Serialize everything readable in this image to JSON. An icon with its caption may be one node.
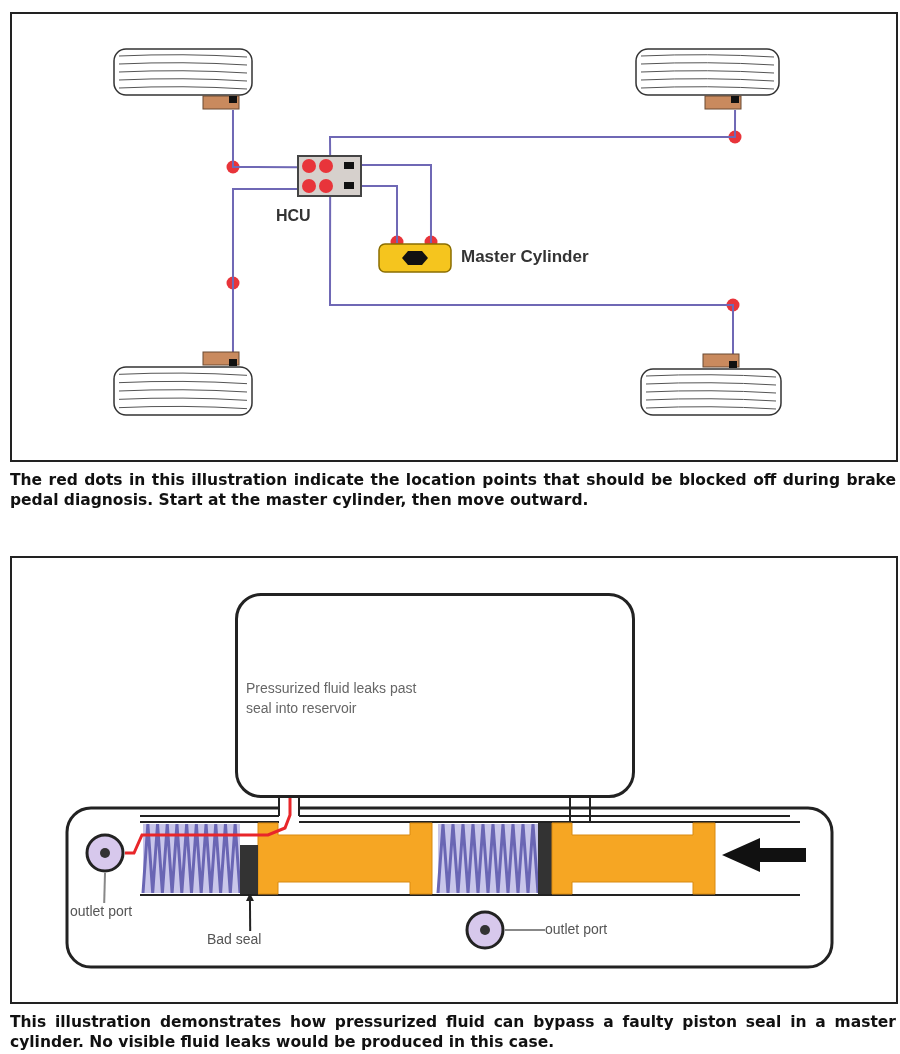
{
  "diagram": {
    "nodes": [
      {
        "text": [],
        "shape": "picture"
      },
      {
        "text": [],
        "shape": "picture"
      },
      {
        "text": [
          "HCU"
        ]
      },
      {
        "text": [
          "Master Cylinder"
        ]
      },
      {
        "text": [],
        "shape": "picture"
      },
      {
        "text": [],
        "shape": "picture"
      },
      {
        "text": [
          "Pressurized fluid leaks past seal into reservoir"
        ]
      },
      {
        "text": [],
        "shape": "circle"
      },
      {
        "text": [
          "outlet port"
        ]
      },
      {
        "text": [
          "Bad seal"
        ]
      },
      {
        "text": [],
        "shape": "bar"
      },
      {
        "text": [],
        "shape": "circle"
      },
      {
        "text": [
          "outlet port"
        ]
      }
    ],
    "edges": [
      {
        "from": 2,
        "to": 0,
        "arrow": "none"
      },
      {
        "from": 2,
        "to": 1,
        "arrow": "none"
      },
      {
        "from": 2,
        "to": 3,
        "arrow": "none"
      },
      {
        "from": 2,
        "to": 3,
        "arrow": "none"
      },
      {
        "from": 2,
        "to": 4,
        "arrow": "none"
      },
      {
        "from": 2,
        "to": 5,
        "arrow": "none"
      },
      {
        "from": 8,
        "to": 7,
        "arrow": "none",
        "color": "#888888"
      },
      {
        "from": 9,
        "to": 10,
        "arrow": "to",
        "color": "#222222"
      },
      {
        "from": 12,
        "to": 11,
        "arrow": "none",
        "color": "#888888"
      },
      {
        "from": 7,
        "to": 6,
        "arrow": "to",
        "color": "#e8262a"
      }
    ],
    "labels": [
      "The red dots in this illustration indicate the location points that should be blocked off during brake pedal diagnosis. Start at the master cylinder, then move outward.",
      "This illustration demonstrates how pressurized fluid can bypass a faulty piston seal in a master cylinder. No visible fluid leaks would be produced in this case."
    ]
  }
}
